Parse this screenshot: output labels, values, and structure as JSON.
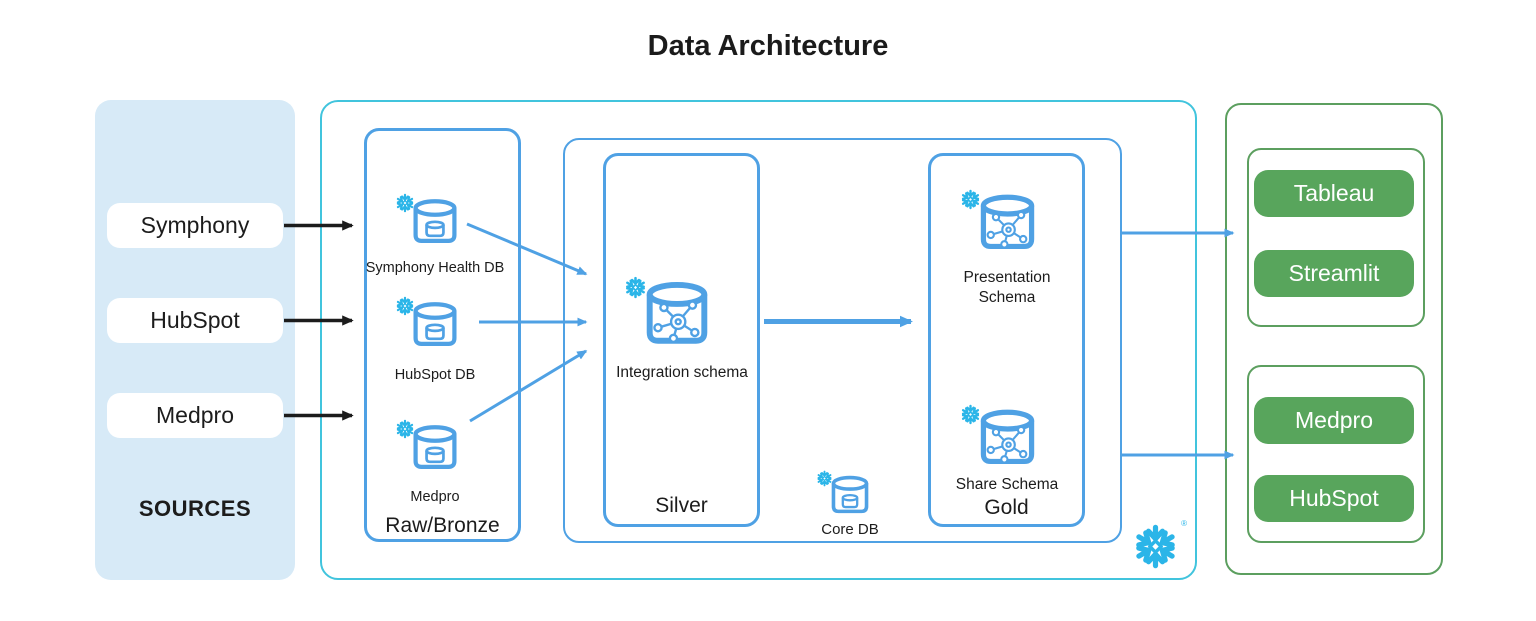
{
  "title": "Data Architecture",
  "sources": {
    "label": "SOURCES",
    "items": [
      "Symphony",
      "HubSpot",
      "Medpro"
    ]
  },
  "raw_bronze": {
    "label": "Raw/Bronze",
    "items": [
      "Symphony Health DB",
      "HubSpot DB",
      "Medpro"
    ]
  },
  "silver": {
    "label": "Silver",
    "schema_label": "Integration schema"
  },
  "core_db": {
    "label": "Core DB"
  },
  "gold": {
    "label": "Gold",
    "schemas": [
      "Presentation Schema",
      "Share Schema"
    ]
  },
  "consumers": {
    "analytics": [
      "Tableau",
      "Streamlit"
    ],
    "shares": [
      "Medpro",
      "HubSpot"
    ]
  },
  "branding": {
    "registered_mark": "®"
  },
  "icons": {
    "database": "cylinder-database",
    "schema": "cylinder-network-schema",
    "snowflake": "snowflake-asterisk"
  },
  "colors": {
    "accent_blue": "#4fa1e4",
    "teal_border": "#41c4dd",
    "snowflake_blue": "#2bb5e8",
    "green_fill": "#58a55c",
    "green_border": "#5c9f5f",
    "panel_blue": "#d7eaf7",
    "arrow_black": "#1c1c1c"
  }
}
